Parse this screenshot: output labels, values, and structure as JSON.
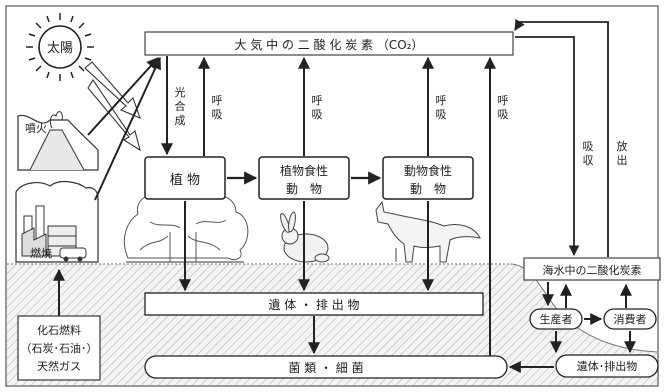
{
  "diagram": {
    "sun": "太陽",
    "atmosphere": "大 気 中 の 二 酸 化 炭 素 （CO₂）",
    "plants": "植 物",
    "herbivores": [
      "植物食性",
      "動　物"
    ],
    "carnivores": [
      "動物食性",
      "動　物"
    ],
    "remains": "遺 体 ・ 排 出 物",
    "decomposers": "菌 類 ・ 細 菌",
    "ocean_co2": "海水中の二酸化炭素",
    "producers": "生産者",
    "consumers": "消費者",
    "ocean_remains": "遺体･排出物",
    "volcano": "噴火",
    "combustion": "燃焼",
    "fossil_fuel": [
      "化石燃料",
      "（石炭･石油･）",
      "天然ガス"
    ],
    "photosynthesis": [
      "光",
      "合",
      "成"
    ],
    "respiration": [
      "呼",
      "吸"
    ],
    "absorption": [
      "吸",
      "収"
    ],
    "release": [
      "放",
      "出"
    ]
  }
}
